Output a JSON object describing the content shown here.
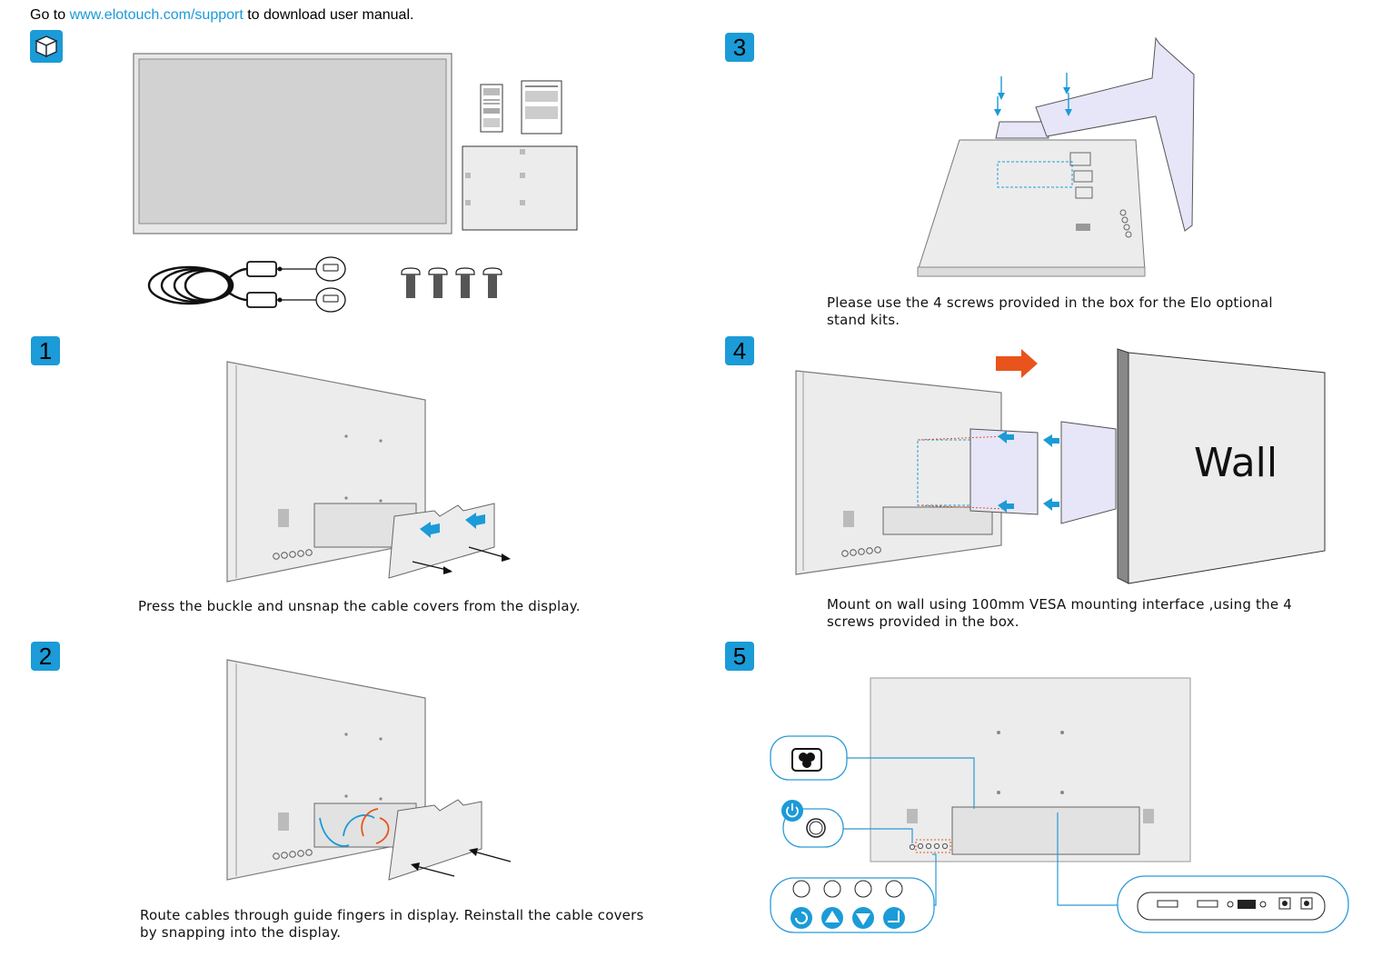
{
  "header": {
    "prefix": "Go to ",
    "link": "www.elotouch.com/support",
    "suffix": " to download user manual."
  },
  "steps": [
    {
      "number": "1",
      "caption": "Press the buckle and unsnap the cable covers from the display."
    },
    {
      "number": "2",
      "caption": "Route cables through guide fingers in display. Reinstall the cable covers by snapping into the display."
    },
    {
      "number": "3",
      "caption": "Please use the 4 screws provided in the box for the Elo optional stand kits."
    },
    {
      "number": "4",
      "caption": "Mount on wall using 100mm VESA mounting interface ,using the 4 screws provided in the box."
    },
    {
      "number": "5",
      "caption": ""
    }
  ],
  "wall_label": "Wall",
  "box_contents_icon": "box-icon",
  "colors": {
    "accent": "#1b9bd7",
    "arrow": "#e8541c",
    "text": "#111111"
  }
}
